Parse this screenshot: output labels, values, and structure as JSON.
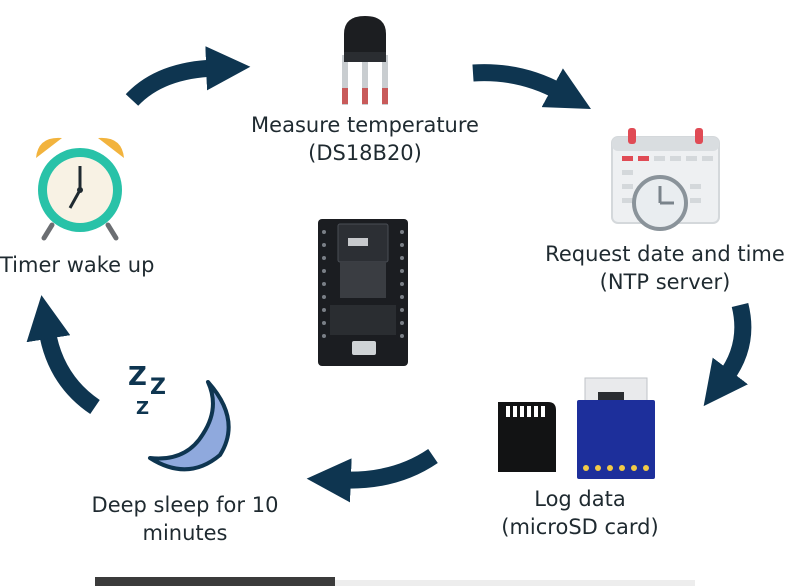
{
  "steps": {
    "measure": {
      "line1": "Measure temperature",
      "line2": "(DS18B20)"
    },
    "request": {
      "line1": "Request date and time",
      "line2": "(NTP server)"
    },
    "timer": {
      "line1": "Timer wake up"
    },
    "log": {
      "line1": "Log data",
      "line2": "(microSD card)"
    },
    "deep": {
      "line1": "Deep sleep for 10",
      "line2": "minutes"
    }
  },
  "sleep_glyph": {
    "z1": "Z",
    "z2": "Z",
    "z3": "Z"
  },
  "icons": [
    "ds18b20-sensor-icon",
    "calendar-clock-icon",
    "alarm-clock-icon",
    "microsd-card-icon",
    "sd-card-module-icon",
    "moon-sleep-icon",
    "esp32-board-icon"
  ],
  "colors": {
    "arrow": "#0e3550",
    "text": "#1f2a30",
    "module": "#1d2f9b",
    "clock": "#f2b33d",
    "clock_face": "#28c2a8"
  }
}
